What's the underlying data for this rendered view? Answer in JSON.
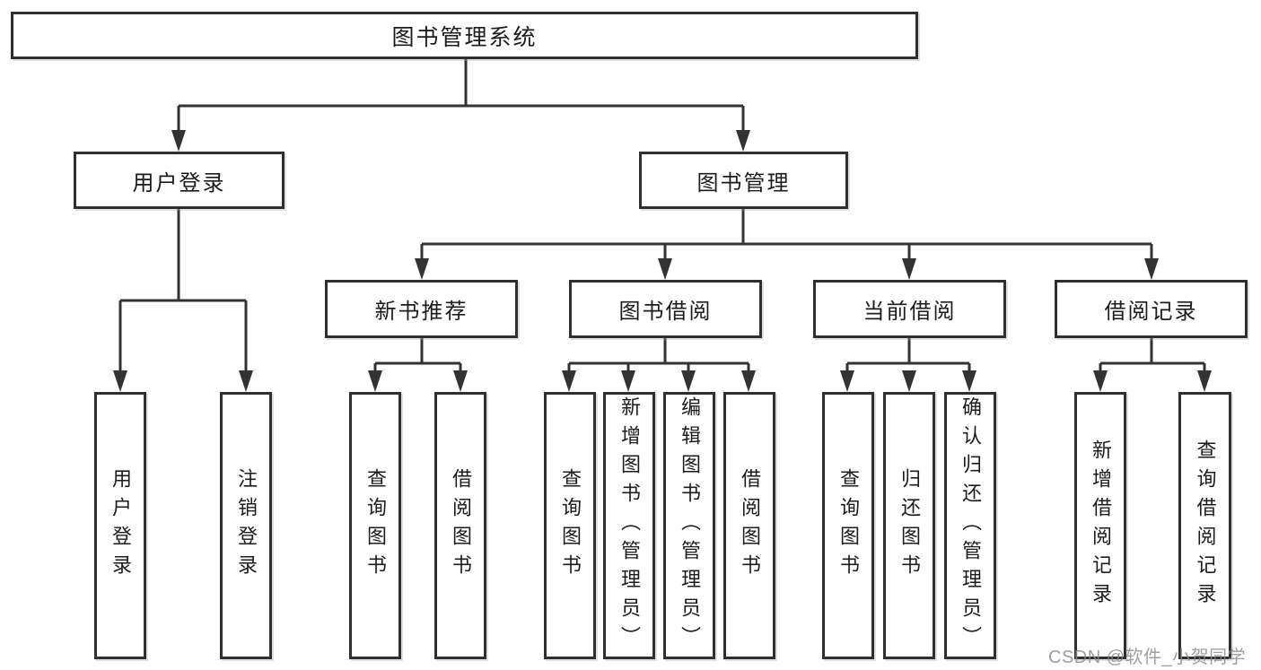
{
  "diagram": {
    "type": "tree",
    "root": {
      "label": "图书管理系统"
    },
    "children": [
      {
        "label": "用户登录",
        "children": [
          {
            "label": "用户登录"
          },
          {
            "label": "注销登录"
          }
        ]
      },
      {
        "label": "图书管理",
        "children": [
          {
            "label": "新书推荐",
            "children": [
              {
                "label": "查询图书"
              },
              {
                "label": "借阅图书"
              }
            ]
          },
          {
            "label": "图书借阅",
            "children": [
              {
                "label": "查询图书"
              },
              {
                "label": "新增图书（管理员）"
              },
              {
                "label": "编辑图书（管理员）"
              },
              {
                "label": "借阅图书"
              }
            ]
          },
          {
            "label": "当前借阅",
            "children": [
              {
                "label": "查询图书"
              },
              {
                "label": "归还图书"
              },
              {
                "label": "确认归还（管理员）"
              }
            ]
          },
          {
            "label": "借阅记录",
            "children": [
              {
                "label": "新增借阅记录"
              },
              {
                "label": "查询借阅记录"
              }
            ]
          }
        ]
      }
    ]
  },
  "watermark": {
    "text": "CSDN @软件_小贺同学",
    "color": "#8a8a8a"
  },
  "colors": {
    "background": "#ffffff",
    "line": "#333333",
    "box_border": "#2f2f2f",
    "text": "#1c1c1c"
  }
}
